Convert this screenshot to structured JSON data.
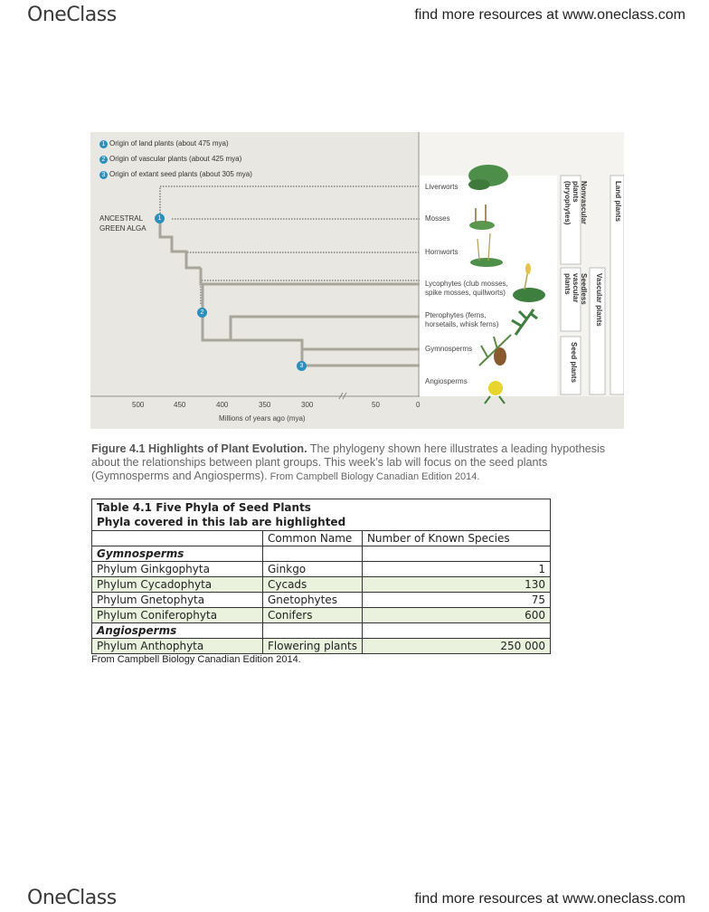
{
  "header": {
    "brand": "OneClass",
    "resources": "find more resources at www.oneclass.com"
  },
  "footer": {
    "brand": "OneClass",
    "resources": "find more resources at www.oneclass.com"
  },
  "figure": {
    "legend": [
      {
        "num": "1",
        "text": "Origin of land plants (about 475 mya)"
      },
      {
        "num": "2",
        "text": "Origin of vascular plants (about 425 mya)"
      },
      {
        "num": "3",
        "text": "Origin of extant seed plants (about 305 mya)"
      }
    ],
    "ancestral": [
      "ANCESTRAL",
      "GREEN ALGA"
    ],
    "taxa": [
      [
        "Liverworts"
      ],
      [
        "Mosses"
      ],
      [
        "Hornworts"
      ],
      [
        "Lycophytes (club mosses,",
        "spike mosses, quillworts)"
      ],
      [
        "Pterophytes (ferns,",
        "horsetails, whisk ferns)"
      ],
      [
        "Gymnosperms"
      ],
      [
        "Angiosperms"
      ]
    ],
    "bands": {
      "nonvascular": [
        "Nonvascular",
        "plants",
        "(bryophytes)"
      ],
      "seedless": [
        "Seedless",
        "vascular",
        "plants"
      ],
      "seed": "Seed plants",
      "vascular": "Vascular plants",
      "land": "Land plants"
    },
    "axis": {
      "ticks": [
        "500",
        "450",
        "400",
        "350",
        "300",
        "50",
        "0"
      ],
      "title": "Millions of years ago (mya)"
    }
  },
  "caption": {
    "title": "Figure 4.1 Highlights of Plant Evolution.",
    "body": " The phylogeny shown here illustrates a leading hypothesis about the relationships between plant groups. This week’s lab will focus on the seed plants (Gymnosperms and Angiosperms).",
    "source": " From Campbell Biology Canadian Edition 2014."
  },
  "table": {
    "title": "Table 4.1 Five Phyla of Seed Plants",
    "subtitle": "Phyla covered in this lab are highlighted",
    "headers": [
      "",
      "Common Name",
      "Number of Known Species"
    ],
    "group1": "Gymnosperms",
    "rows1": [
      {
        "phylum": "Phylum Ginkgophyta",
        "common": "Ginkgo",
        "count": "1"
      },
      {
        "phylum": "Phylum Cycadophyta",
        "common": "Cycads",
        "count": "130"
      },
      {
        "phylum": "Phylum Gnetophyta",
        "common": "Gnetophytes",
        "count": "75"
      },
      {
        "phylum": "Phylum Coniferophyta",
        "common": "Conifers",
        "count": "600"
      }
    ],
    "group2": "Angiosperms",
    "rows2": [
      {
        "phylum": "Phylum Anthophyta",
        "common": "Flowering plants",
        "count": "250 000"
      }
    ],
    "source": "From Campbell Biology Canadian Edition 2014."
  }
}
